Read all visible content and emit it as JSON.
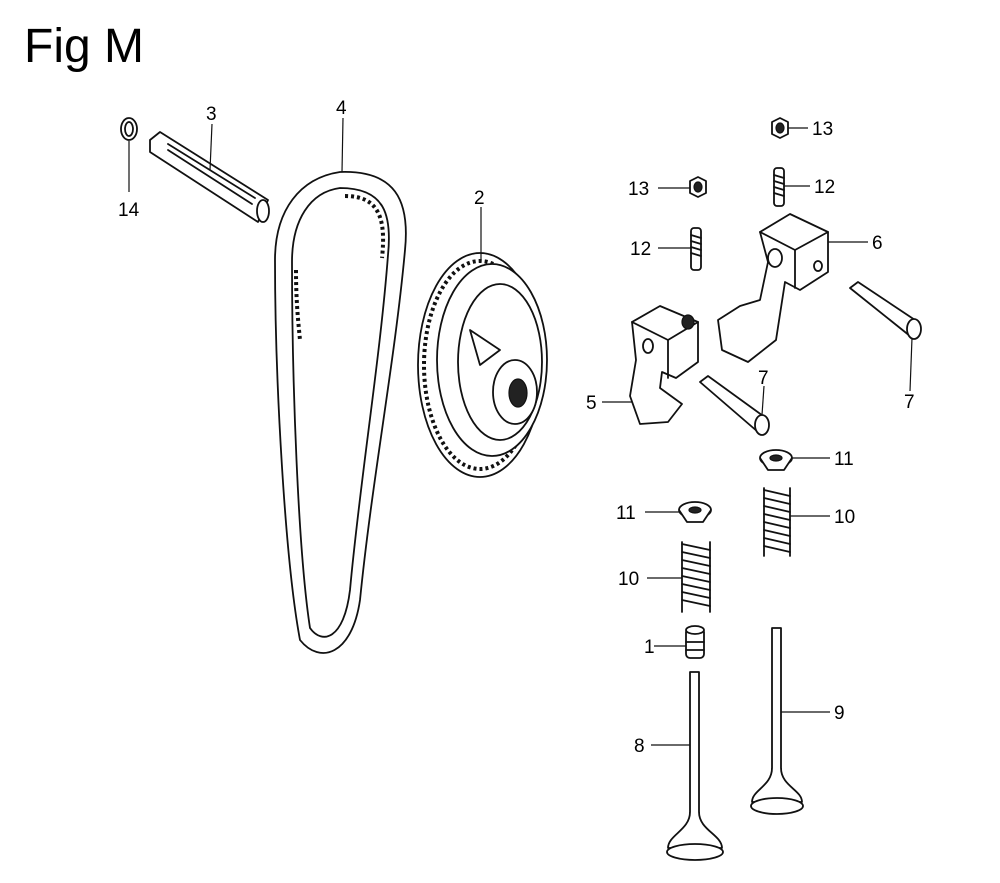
{
  "title": "Fig M",
  "callouts": [
    {
      "id": "c14",
      "text": "14"
    },
    {
      "id": "c3",
      "text": "3"
    },
    {
      "id": "c4",
      "text": "4"
    },
    {
      "id": "c2",
      "text": "2"
    },
    {
      "id": "c13a",
      "text": "13"
    },
    {
      "id": "c13b",
      "text": "13"
    },
    {
      "id": "c12a",
      "text": "12"
    },
    {
      "id": "c12b",
      "text": "12"
    },
    {
      "id": "c6",
      "text": "6"
    },
    {
      "id": "c5",
      "text": "5"
    },
    {
      "id": "c7a",
      "text": "7"
    },
    {
      "id": "c7b",
      "text": "7"
    },
    {
      "id": "c11a",
      "text": "11"
    },
    {
      "id": "c11b",
      "text": "11"
    },
    {
      "id": "c10a",
      "text": "10"
    },
    {
      "id": "c10b",
      "text": "10"
    },
    {
      "id": "c1",
      "text": "1"
    },
    {
      "id": "c9",
      "text": "9"
    },
    {
      "id": "c8",
      "text": "8"
    }
  ]
}
